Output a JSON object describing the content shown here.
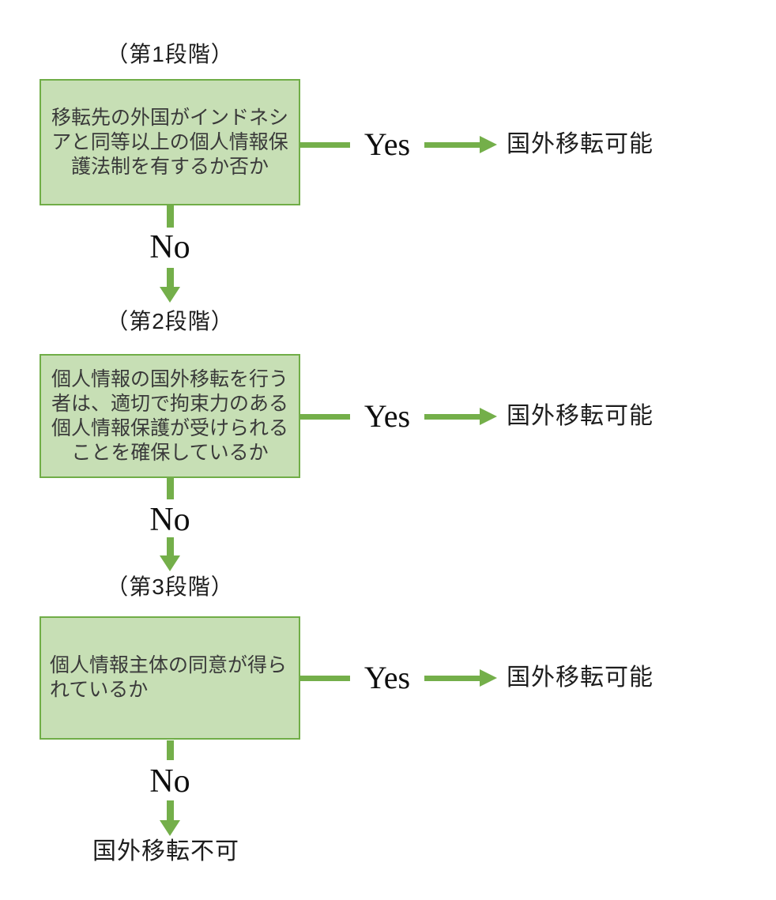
{
  "palette": {
    "box_fill": "#c7dfb5",
    "box_border": "#70ad47",
    "arrow_green": "#74af4a",
    "text_dark": "#1d1d1d"
  },
  "flow": {
    "stages": [
      {
        "stage_label": "（第1段階）",
        "question": "移転先の外国がインドネシアと同等以上の個人情報保護法制を有するか否か",
        "yes_label": "Yes",
        "yes_outcome": "国外移転可能",
        "no_label": "No"
      },
      {
        "stage_label": "（第2段階）",
        "question": "個人情報の国外移転を行う者は、適切で拘束力のある個人情報保護が受けられることを確保しているか",
        "yes_label": "Yes",
        "yes_outcome": "国外移転可能",
        "no_label": "No"
      },
      {
        "stage_label": "（第3段階）",
        "question": "個人情報主体の同意が得られているか",
        "yes_label": "Yes",
        "yes_outcome": "国外移転可能",
        "no_label": "No"
      }
    ],
    "final_outcome": "国外移転不可"
  }
}
